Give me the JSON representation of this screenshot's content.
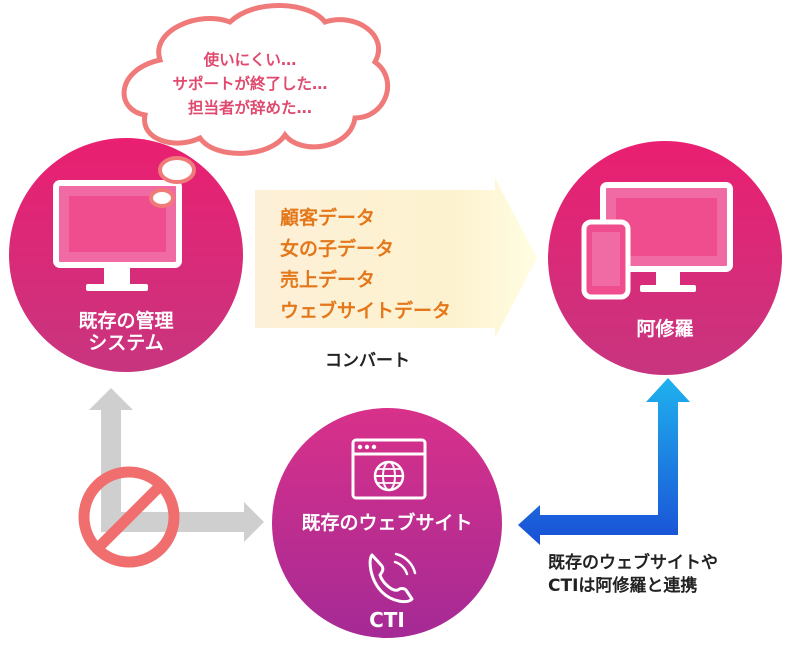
{
  "thought_bubble": {
    "lines": [
      "使いにくい…",
      "サポートが終了した…",
      "担当者が辞めた…"
    ]
  },
  "legacy_system": {
    "label_line1": "既存の管理",
    "label_line2": "システム",
    "icon": "monitor-icon"
  },
  "asura": {
    "label": "阿修羅",
    "icon": "devices-icon"
  },
  "website": {
    "label": "既存のウェブサイト",
    "cti_label": "CTI",
    "icons": [
      "browser-globe-icon",
      "phone-icon"
    ]
  },
  "convert": {
    "items": [
      "顧客データ",
      "女の子データ",
      "売上データ",
      "ウェブサイトデータ"
    ],
    "label": "コンバート"
  },
  "link_caption": {
    "line1": "既存のウェブサイトや",
    "line2": "CTIは阿修羅と連携"
  },
  "prohibited_icon": "prohibited-icon",
  "colors": {
    "circle_top": "#ea1f71",
    "circle_bottom": "#c8357f",
    "circle_purple_top": "#d8318a",
    "circle_purple_bottom": "#a52a95",
    "convert_text": "#e3771a",
    "bubble_outline": "#f07a7a",
    "blue_arrow_top": "#1fb2ee",
    "blue_arrow_bottom": "#1a4fd6",
    "gray_arrow": "#cfcfcf",
    "prohibited": "#f06e6e"
  }
}
